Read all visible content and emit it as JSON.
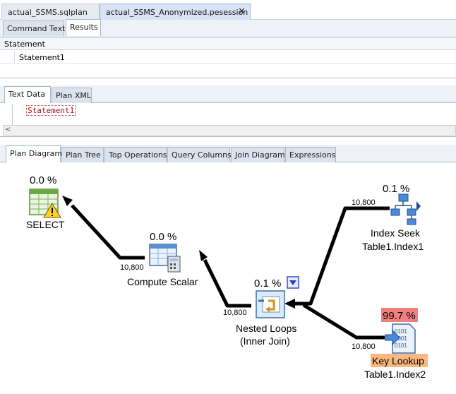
{
  "doc_tabs": [
    {
      "label": "actual_SSMS.sqlplan",
      "active": false
    },
    {
      "label": "actual_SSMS_Anonymized.pesession",
      "active": true
    }
  ],
  "close_glyph": "✕",
  "top_tabs": [
    "Command Text",
    "Results"
  ],
  "statement_panel": {
    "header": "Statement",
    "rows": [
      "Statement1"
    ]
  },
  "text_tabs": [
    "Text Data",
    "Plan XML"
  ],
  "text_content": "Statement1",
  "scroll_arrow": "<",
  "diagram_tabs": [
    "Plan Diagram",
    "Plan Tree",
    "Top Operations",
    "Query Columns",
    "Join Diagram",
    "Expressions"
  ],
  "plan": {
    "nodes": {
      "select": {
        "cost": "0.0 %",
        "label": "SELECT",
        "icon": "select-warning-icon"
      },
      "compute_scalar": {
        "cost": "0.0 %",
        "label": "Compute Scalar",
        "icon": "compute-scalar-icon"
      },
      "nested_loops": {
        "cost": "0.1 %",
        "label": "Nested Loops",
        "sublabel": "(Inner Join)",
        "icon": "nested-loops-icon"
      },
      "index_seek": {
        "cost": "0.1 %",
        "label": "Index Seek",
        "sublabel": "Table1.Index1",
        "icon": "index-seek-icon"
      },
      "key_lookup": {
        "cost": "99.7 %",
        "label": "Key Lookup",
        "sublabel": "Table1.Index2",
        "icon": "key-lookup-icon",
        "cost_highlight": "#f08080",
        "label_highlight": "#f8b880"
      }
    },
    "edges": {
      "compute_to_select": "10,800",
      "nested_to_compute": "10,800",
      "seek_to_nested": "10,800",
      "lookup_to_nested": "10,800"
    }
  },
  "colors": {
    "accent_tab": "#d8e4f6",
    "cost_high": "#f08080",
    "label_high": "#f8b880"
  }
}
